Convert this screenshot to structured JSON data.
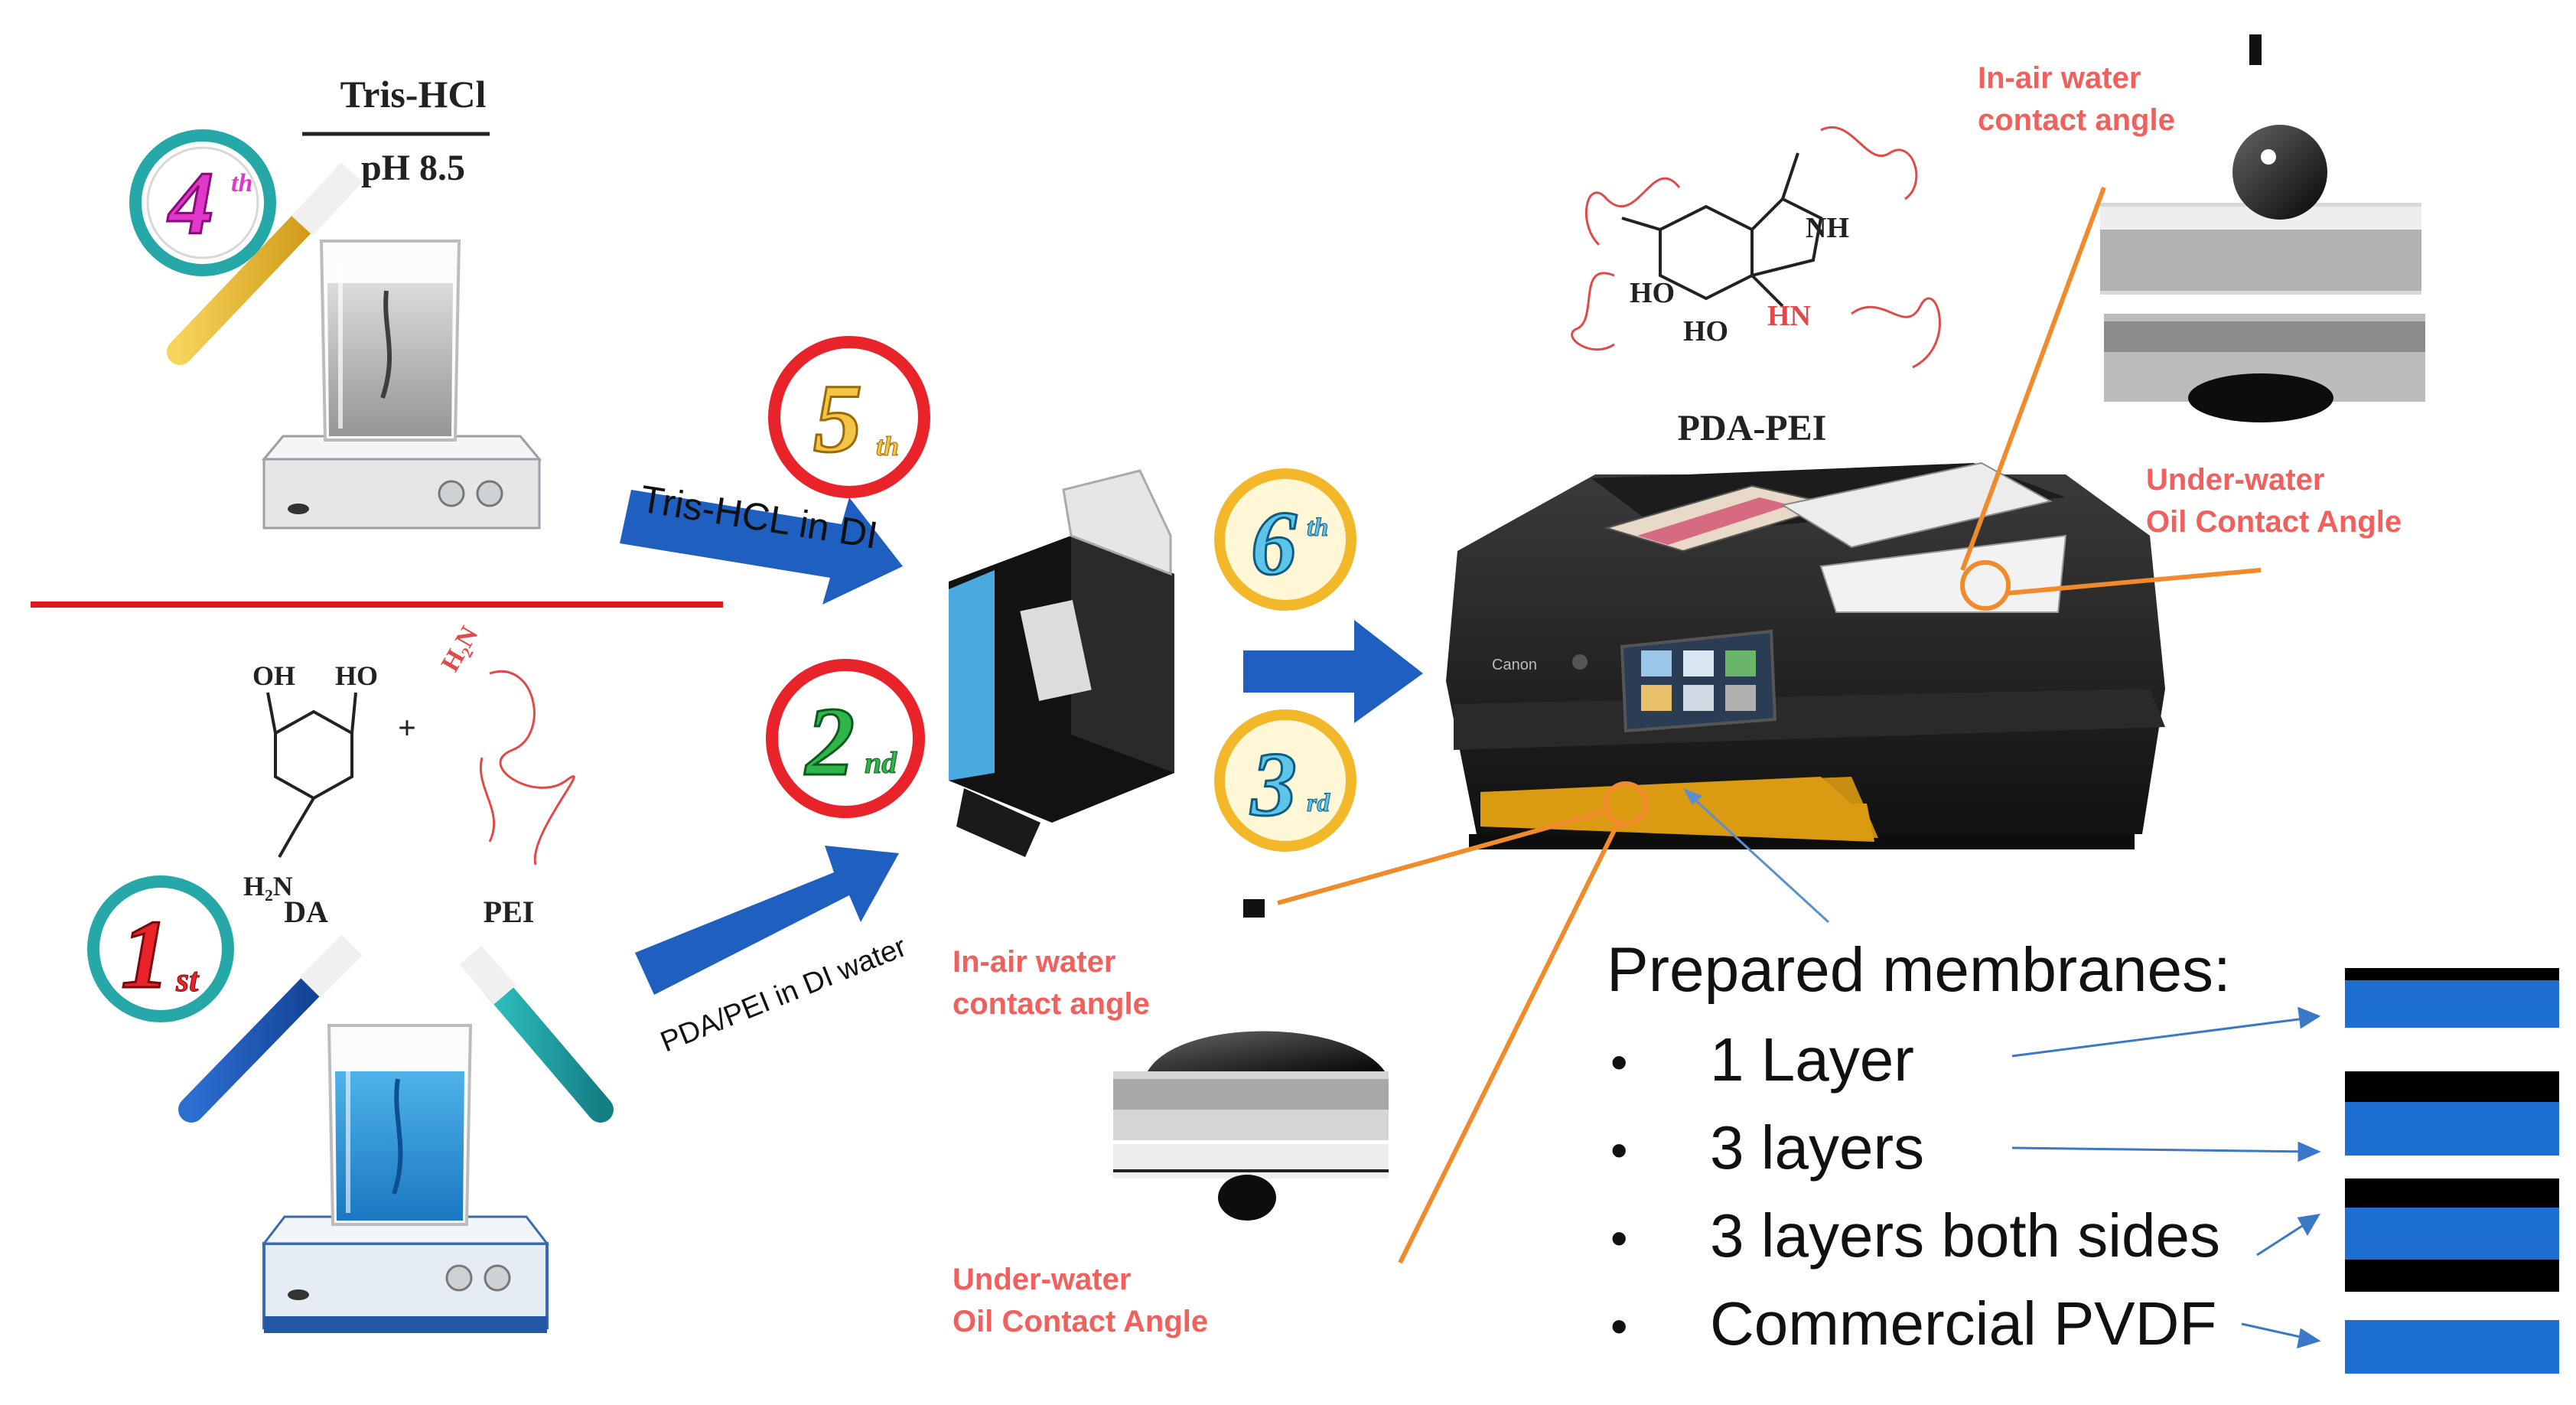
{
  "colors": {
    "arrow_blue": "#1f5fbf",
    "badge_red": "#e8232a",
    "badge_teal": "#27a8a8",
    "membrane_blue": "#1d6fd1",
    "label_red": "#f0605c",
    "orange_line": "#f08a2a",
    "divider_red": "#e01b1b",
    "membrane_sheet": "#d99a12"
  },
  "steps": {
    "fourth": {
      "num": "4",
      "suffix": "th"
    },
    "fifth": {
      "num": "5",
      "suffix": "th"
    },
    "sixth": {
      "num": "6",
      "suffix": "th"
    },
    "third": {
      "num": "3",
      "suffix": "rd"
    },
    "second": {
      "num": "2",
      "suffix": "nd"
    },
    "first": {
      "num": "1",
      "suffix": "st"
    }
  },
  "buffer": {
    "top": "Tris-HCl",
    "bottom": "pH 8.5"
  },
  "arrows": {
    "tris": "Tris-HCL in DI",
    "pda": "PDA/PEI in DI water"
  },
  "chem": {
    "oh1": "OH",
    "ho1": "HO",
    "plus": "+",
    "h2n": "H₂N",
    "nh2_pei": "H₂N",
    "da": "DA",
    "pei": "PEI",
    "nh": "NH",
    "ho_a": "HO",
    "ho_b": "HO",
    "hn": "HN",
    "pda_pei": "PDA-PEI"
  },
  "contact": {
    "top_air": [
      "In-air water",
      "contact angle"
    ],
    "top_under": [
      "Under-water",
      "Oil Contact Angle"
    ],
    "bot_air": [
      "In-air water",
      "contact angle"
    ],
    "bot_under": [
      "Under-water",
      "Oil Contact Angle"
    ]
  },
  "printer": {
    "brand": "Canon"
  },
  "prepared": {
    "title": "Prepared membranes:",
    "bullet": "•",
    "items": [
      "1 Layer",
      "3 layers",
      "3 layers both sides",
      "Commercial PVDF"
    ]
  }
}
